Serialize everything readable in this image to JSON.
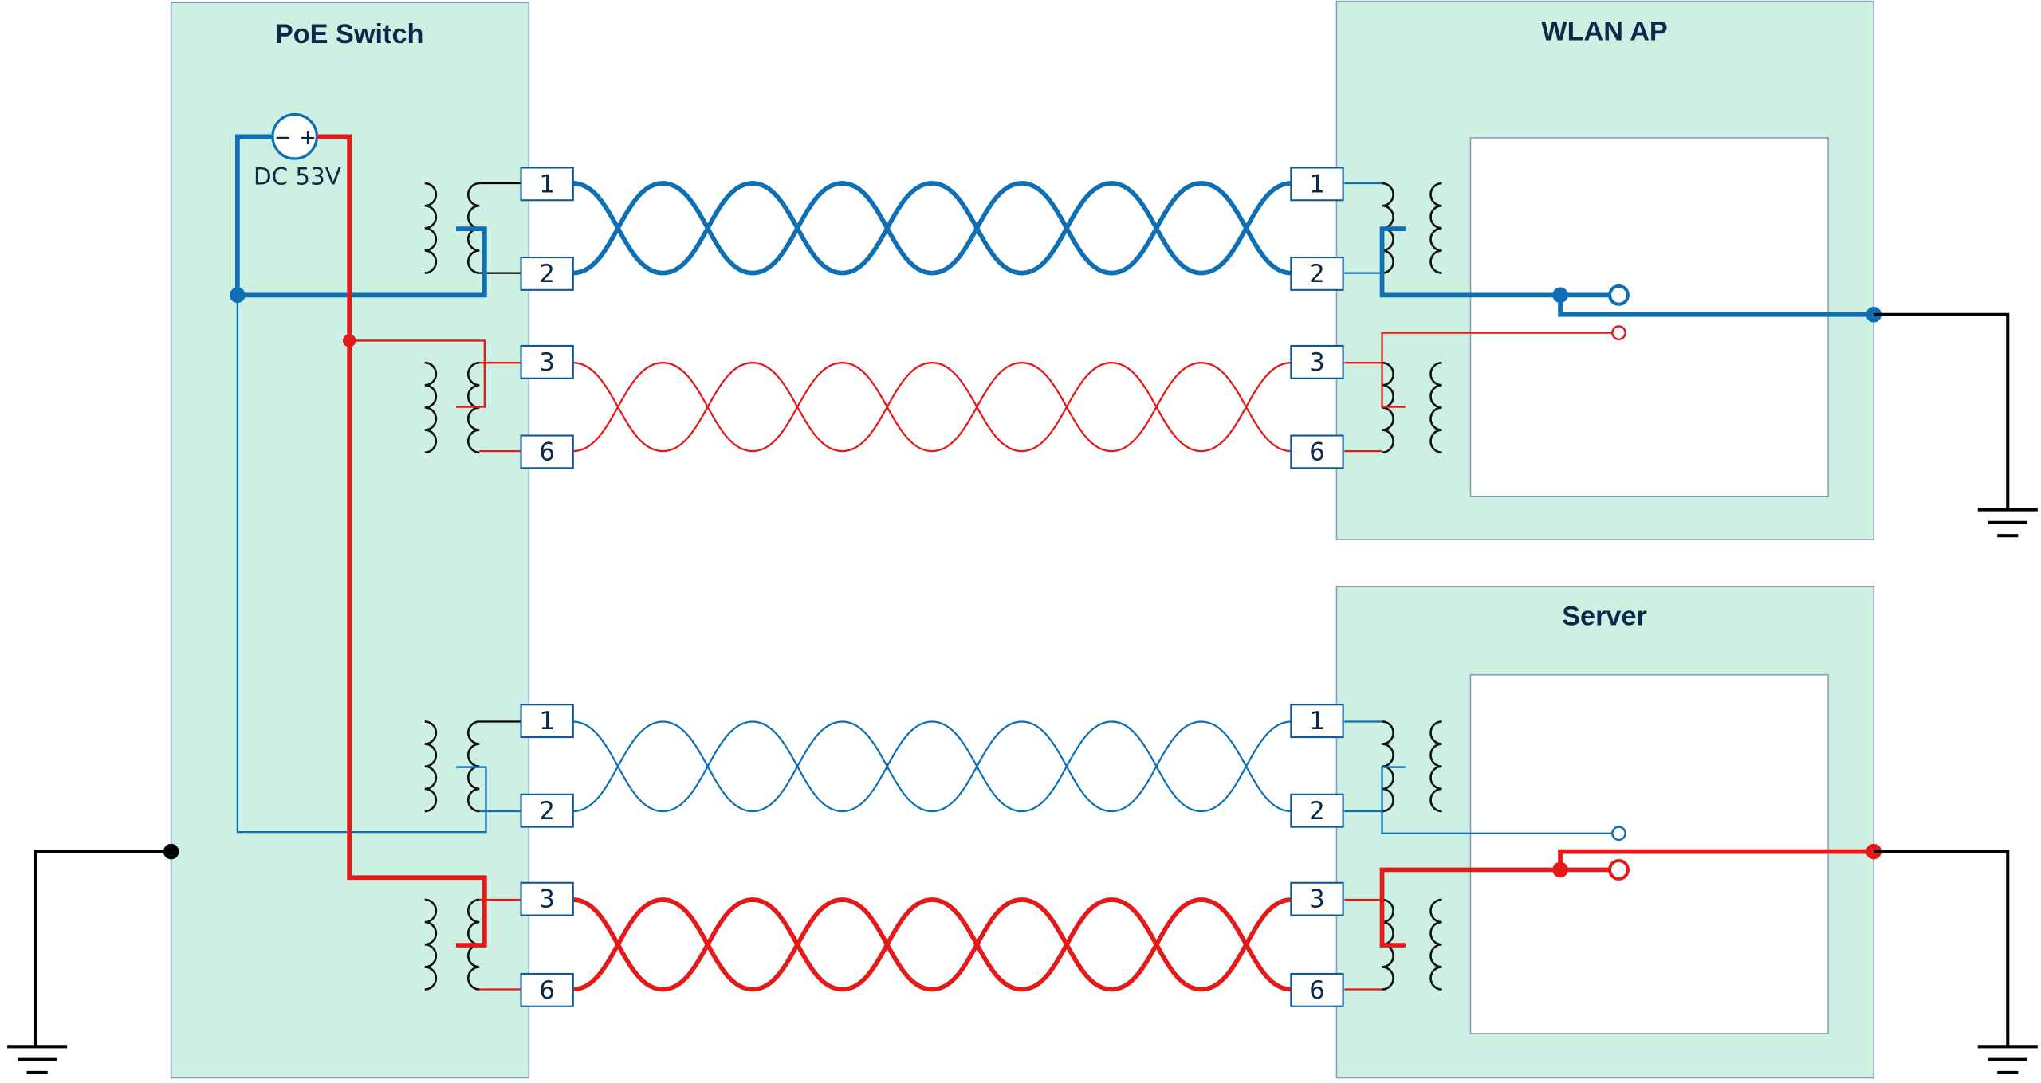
{
  "devices": {
    "switch": {
      "title": "PoE Switch"
    },
    "ap": {
      "title": "WLAN AP"
    },
    "server": {
      "title": "Server"
    }
  },
  "power_supply": {
    "label": "DC 53V",
    "minus": "−",
    "plus": "+"
  },
  "pins": {
    "p1": "1",
    "p2": "2",
    "p3": "3",
    "p6": "6"
  },
  "colors": {
    "box_fill": "#cdf0e3",
    "blue": "#0e6fb5",
    "red": "#e41a1a",
    "ground": "#000000"
  }
}
